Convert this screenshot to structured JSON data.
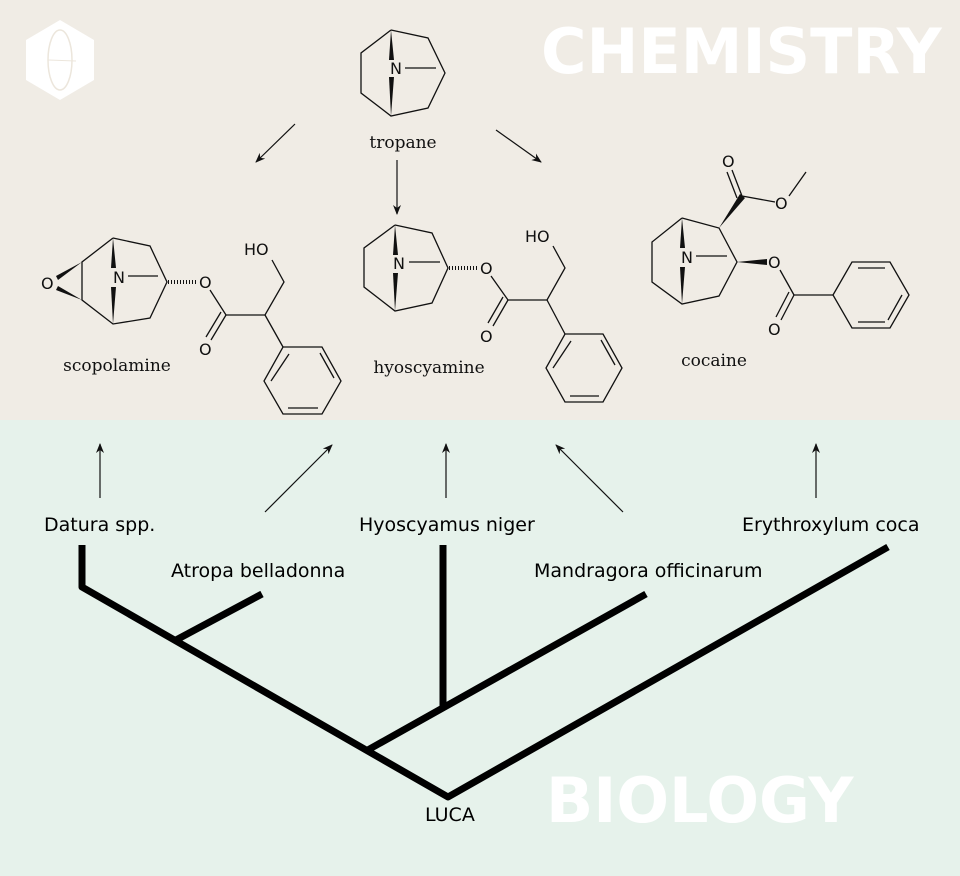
{
  "colors": {
    "chemistry_bg": "#f0ece5",
    "biology_bg": "#e6f2eb",
    "ink": "#111111",
    "watermark": "#ffffff"
  },
  "headers": {
    "chemistry": "CHEMISTRY",
    "biology": "BIOLOGY"
  },
  "molecules": {
    "tropane": {
      "name": "tropane",
      "atoms": {
        "n": "N"
      }
    },
    "scopolamine": {
      "name": "scopolamine",
      "atoms": {
        "n": "N",
        "epoxide_o": "O",
        "ester_o": "O",
        "carbonyl_o": "O",
        "hydroxyl": "HO"
      }
    },
    "hyoscyamine": {
      "name": "hyoscyamine",
      "atoms": {
        "n": "N",
        "ester_o": "O",
        "carbonyl_o": "O",
        "hydroxyl": "HO"
      }
    },
    "cocaine": {
      "name": "cocaine",
      "atoms": {
        "n": "N",
        "ester1_carbonyl_o": "O",
        "ester1_o": "O",
        "ester2_o": "O",
        "ester2_carbonyl_o": "O"
      }
    }
  },
  "taxa": {
    "datura": "Datura spp.",
    "atropa": "Atropa belladonna",
    "hyoscyamus": "Hyoscyamus niger",
    "mandragora": "Mandragora officinarum",
    "erythroxylum": "Erythroxylum coca",
    "root": "LUCA"
  }
}
